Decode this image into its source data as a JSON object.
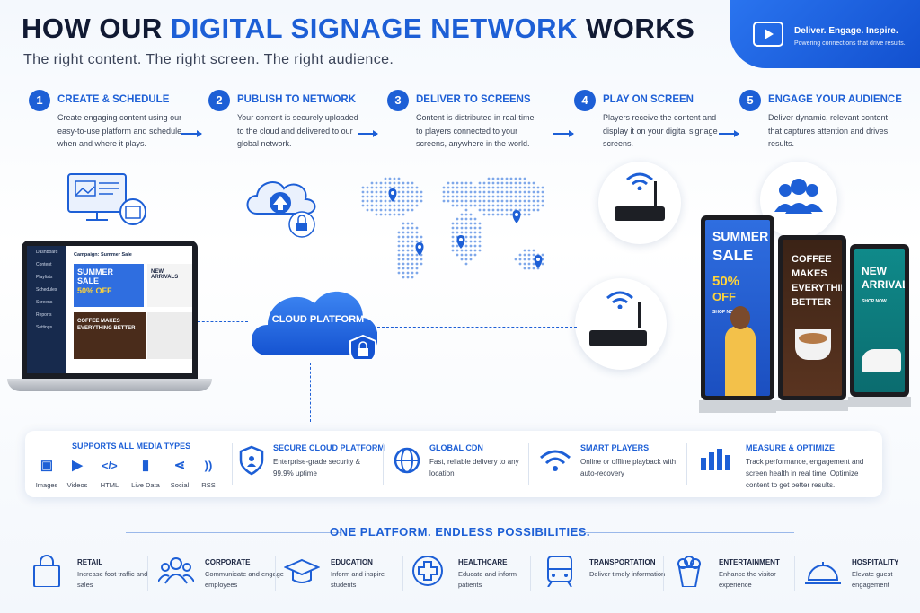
{
  "header": {
    "title_pre": "HOW OUR ",
    "title_highlight": "DIGITAL SIGNAGE NETWORK",
    "title_post": " WORKS",
    "subtitle": "The right content. The right screen. The right audience.",
    "banner_title": "Deliver. Engage. Inspire.",
    "banner_sub": "Powering connections that drive results."
  },
  "steps": [
    {
      "num": "1",
      "title": "CREATE & SCHEDULE",
      "desc": "Create engaging content using our easy-to-use platform and schedule when and where it plays."
    },
    {
      "num": "2",
      "title": "PUBLISH TO NETWORK",
      "desc": "Your content is securely uploaded to the cloud and delivered to our global network."
    },
    {
      "num": "3",
      "title": "DELIVER TO SCREENS",
      "desc": "Content is distributed in real-time to players connected to your screens, anywhere in the world."
    },
    {
      "num": "4",
      "title": "PLAY ON SCREEN",
      "desc": "Players receive the content and display it on your digital signage screens."
    },
    {
      "num": "5",
      "title": "ENGAGE YOUR AUDIENCE",
      "desc": "Deliver dynamic, relevant content that captures attention and drives results."
    }
  ],
  "laptop": {
    "sidebar": [
      "Dashboard",
      "Content",
      "Playlists",
      "Schedules",
      "Screens",
      "Reports",
      "Settings"
    ],
    "main_title": "Campaign: Summer Sale",
    "card1_a": "SUMMER",
    "card1_b": "SALE",
    "card1_c": "50% OFF",
    "card2": "NEW ARRIVALS",
    "card3": "COFFEE MAKES EVERYTHING BETTER"
  },
  "cloud": {
    "label": "CLOUD PLATFORM"
  },
  "kiosks": {
    "k1_a": "SUMMER",
    "k1_b": "SALE",
    "k1_c": "50%",
    "k1_d": "OFF",
    "k1_e": "SHOP NOW",
    "k2_a": "COFFEE MAKES EVERYTHING BETTER",
    "k3_a": "NEW ARRIVALS",
    "k3_b": "SHOP NOW"
  },
  "features": {
    "media": {
      "title": "SUPPORTS ALL MEDIA TYPES",
      "items": [
        "Images",
        "Videos",
        "HTML",
        "Live Data",
        "Social",
        "RSS"
      ]
    },
    "items": [
      {
        "title": "SECURE CLOUD PLATFORM",
        "desc": "Enterprise-grade security & 99.9% uptime"
      },
      {
        "title": "GLOBAL CDN",
        "desc": "Fast, reliable delivery to any location"
      },
      {
        "title": "SMART PLAYERS",
        "desc": "Online or offline playback with auto-recovery"
      },
      {
        "title": "MEASURE & OPTIMIZE",
        "desc": "Track performance, engagement and screen health in real time. Optimize content to get better results."
      }
    ]
  },
  "tagline": "ONE PLATFORM. ENDLESS POSSIBILITIES.",
  "industries": [
    {
      "title": "RETAIL",
      "desc": "Increase foot traffic and sales",
      "icon": "shopping-bag-icon"
    },
    {
      "title": "CORPORATE",
      "desc": "Communicate and engage employees",
      "icon": "people-icon"
    },
    {
      "title": "EDUCATION",
      "desc": "Inform and inspire students",
      "icon": "graduation-cap-icon"
    },
    {
      "title": "HEALTHCARE",
      "desc": "Educate and inform patients",
      "icon": "medical-cross-icon"
    },
    {
      "title": "TRANSPORTATION",
      "desc": "Deliver timely information",
      "icon": "train-icon"
    },
    {
      "title": "ENTERTAINMENT",
      "desc": "Enhance the visitor experience",
      "icon": "popcorn-icon"
    },
    {
      "title": "HOSPITALITY",
      "desc": "Elevate guest engagement",
      "icon": "service-bell-icon"
    }
  ],
  "colors": {
    "accent": "#1d5fd6",
    "dark": "#111a33",
    "banner": "#1250cf"
  }
}
